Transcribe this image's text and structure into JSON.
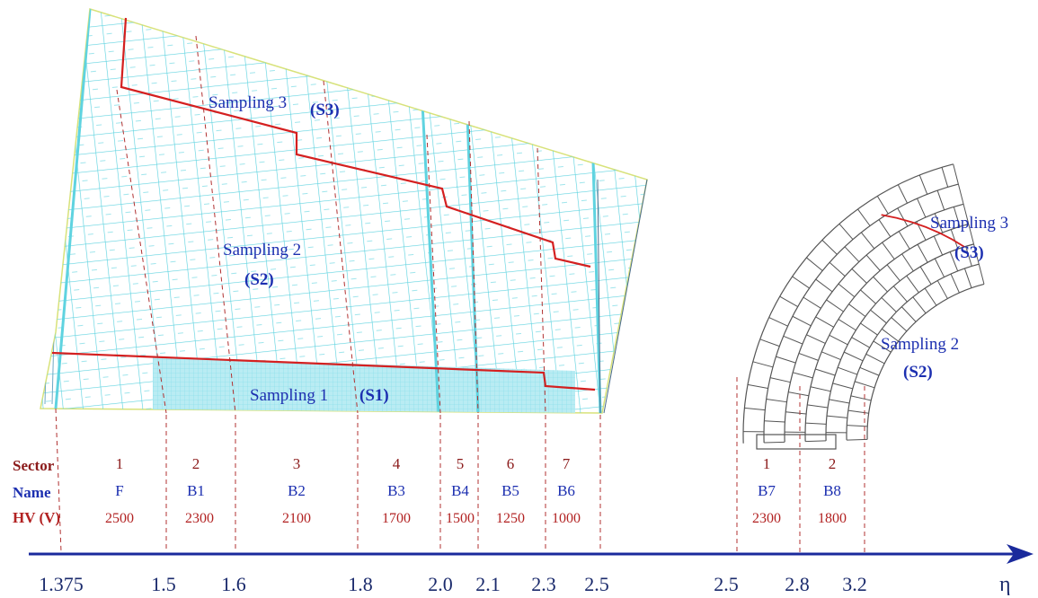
{
  "colors": {
    "cyan": "#5fd3e0",
    "cyan_fill": "#b9ecf3",
    "boundary_red": "#d42020",
    "label_blue": "#1c2fb0",
    "hv_red": "#cc2222",
    "sector_dark_red": "#8b1a1a",
    "axis_blue": "#1a2a9c",
    "grid_gray": "#555555"
  },
  "inner_wheel": {
    "sampling3": {
      "name": "Sampling 3",
      "code": "(S3)"
    },
    "sampling2": {
      "name": "Sampling 2",
      "code": "(S2)"
    },
    "sampling1": {
      "name": "Sampling 1",
      "code": "(S1)"
    }
  },
  "outer_wheel": {
    "sampling3": {
      "name": "Sampling 3",
      "code": "(S3)"
    },
    "sampling2": {
      "name": "Sampling 2",
      "code": "(S2)"
    }
  },
  "table": {
    "row_labels": {
      "sector": "Sector",
      "name": "Name",
      "hv": "HV (V)"
    },
    "columns": [
      {
        "sector": "1",
        "name": "F",
        "hv": "2500"
      },
      {
        "sector": "2",
        "name": "B1",
        "hv": "2300"
      },
      {
        "sector": "3",
        "name": "B2",
        "hv": "2100"
      },
      {
        "sector": "4",
        "name": "B3",
        "hv": "1700"
      },
      {
        "sector": "5",
        "name": "B4",
        "hv": "1500"
      },
      {
        "sector": "6",
        "name": "B5",
        "hv": "1250"
      },
      {
        "sector": "7",
        "name": "B6",
        "hv": "1000"
      },
      {
        "sector": "1",
        "name": "B7",
        "hv": "2300"
      },
      {
        "sector": "2",
        "name": "B8",
        "hv": "1800"
      }
    ]
  },
  "axis": {
    "symbol": "η",
    "ticks": [
      "1.375",
      "1.5",
      "1.6",
      "1.8",
      "2.0",
      "2.1",
      "2.3",
      "2.5",
      "2.5",
      "2.8",
      "3.2"
    ]
  }
}
